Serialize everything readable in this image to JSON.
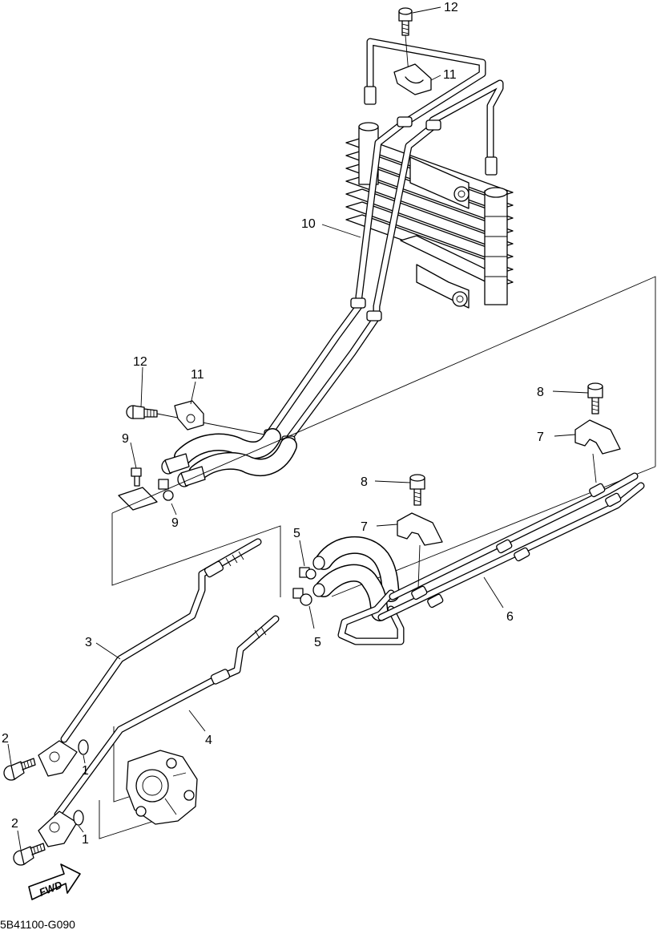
{
  "diagram": {
    "part_code": "5B41100-G090",
    "fwd_label": "FWD",
    "callouts": {
      "c1a": "1",
      "c1b": "1",
      "c2a": "2",
      "c2b": "2",
      "c3": "3",
      "c4": "4",
      "c5a": "5",
      "c5b": "5",
      "c6": "6",
      "c7a": "7",
      "c7b": "7",
      "c8a": "8",
      "c8b": "8",
      "c9a": "9",
      "c9b": "9",
      "c10": "10",
      "c11a": "11",
      "c11b": "11",
      "c12a": "12",
      "c12b": "12"
    }
  }
}
